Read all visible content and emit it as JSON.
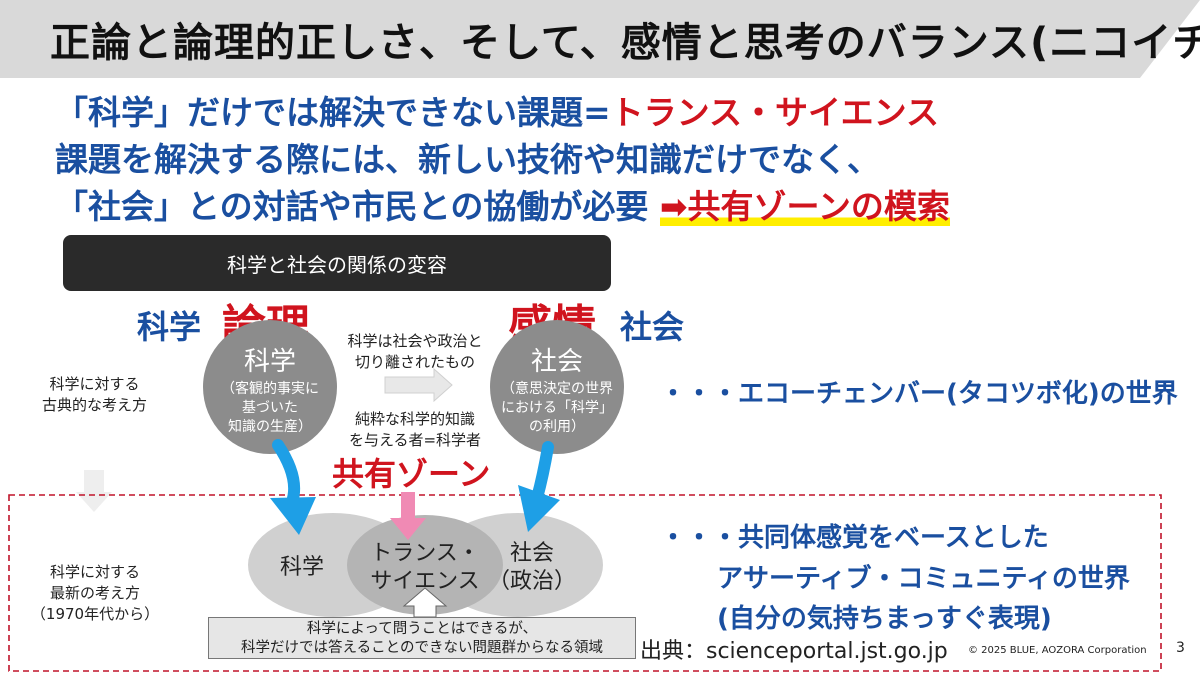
{
  "header": {
    "title": "正論と論理的正しさ、そして、感情と思考のバランス(ニコイチ)"
  },
  "intro": {
    "line1_prefix": "「科学」だけでは解決できない課題=",
    "line1_highlight": "トランス・サイエンス",
    "line2": "課題を解決する際には、新しい技術や知識だけでなく、",
    "line3_prefix": "「社会」との対話や市民との協働が必要 ",
    "line3_highlight": "➡共有ゾーンの模索"
  },
  "diagram": {
    "header": "科学と社会の関係の変容",
    "science_label": "科学",
    "logic_label": "論理",
    "emotion_label": "感情",
    "society_label": "社会",
    "classic_label": "科学に対する\n古典的な考え方",
    "modern_label": "科学に対する\n最新の考え方\n（1970年代から）",
    "circle_science": {
      "title": "科学",
      "desc": "（客観的事実に\n基づいた\n知識の生産）"
    },
    "circle_society": {
      "title": "社会",
      "desc": "（意思決定の世界\nにおける「科学」\nの利用）"
    },
    "separated_text": "科学は社会や政治と\n切り離されたもの",
    "pure_text": "純粋な科学的知識\nを与える者=科学者",
    "shared_zone": "共有ゾーン",
    "echo_chamber": "・・・エコーチェンバー(タコツボ化)の世界",
    "community_line1": "・・・共同体感覚をベースとした",
    "community_line2": "アサーティブ・コミュニティの世界",
    "community_line3": "(自分の気持ちまっすぐ表現)",
    "ellipse_science": "科学",
    "ellipse_trans": "トランス・\nサイエンス",
    "ellipse_society": "社会\n（政治）",
    "box_text": "科学によって問うことはできるが、\n科学だけでは答えることのできない問題群からなる領域"
  },
  "footer": {
    "source": "出典：scienceportal.jst.go.jp",
    "copyright": "© 2025 BLUE, AOZORA Corporation",
    "page": "3"
  },
  "colors": {
    "title_bar": "#d9d9d9",
    "blue": "#1a4fa0",
    "red": "#d0141e",
    "arrow_blue": "#1e9fe6",
    "arrow_pink": "#f08ab4",
    "circle_gray": "#8c8c8c",
    "ellipse_gray": "#d0d0d0",
    "dashed_red": "#c0142a"
  }
}
